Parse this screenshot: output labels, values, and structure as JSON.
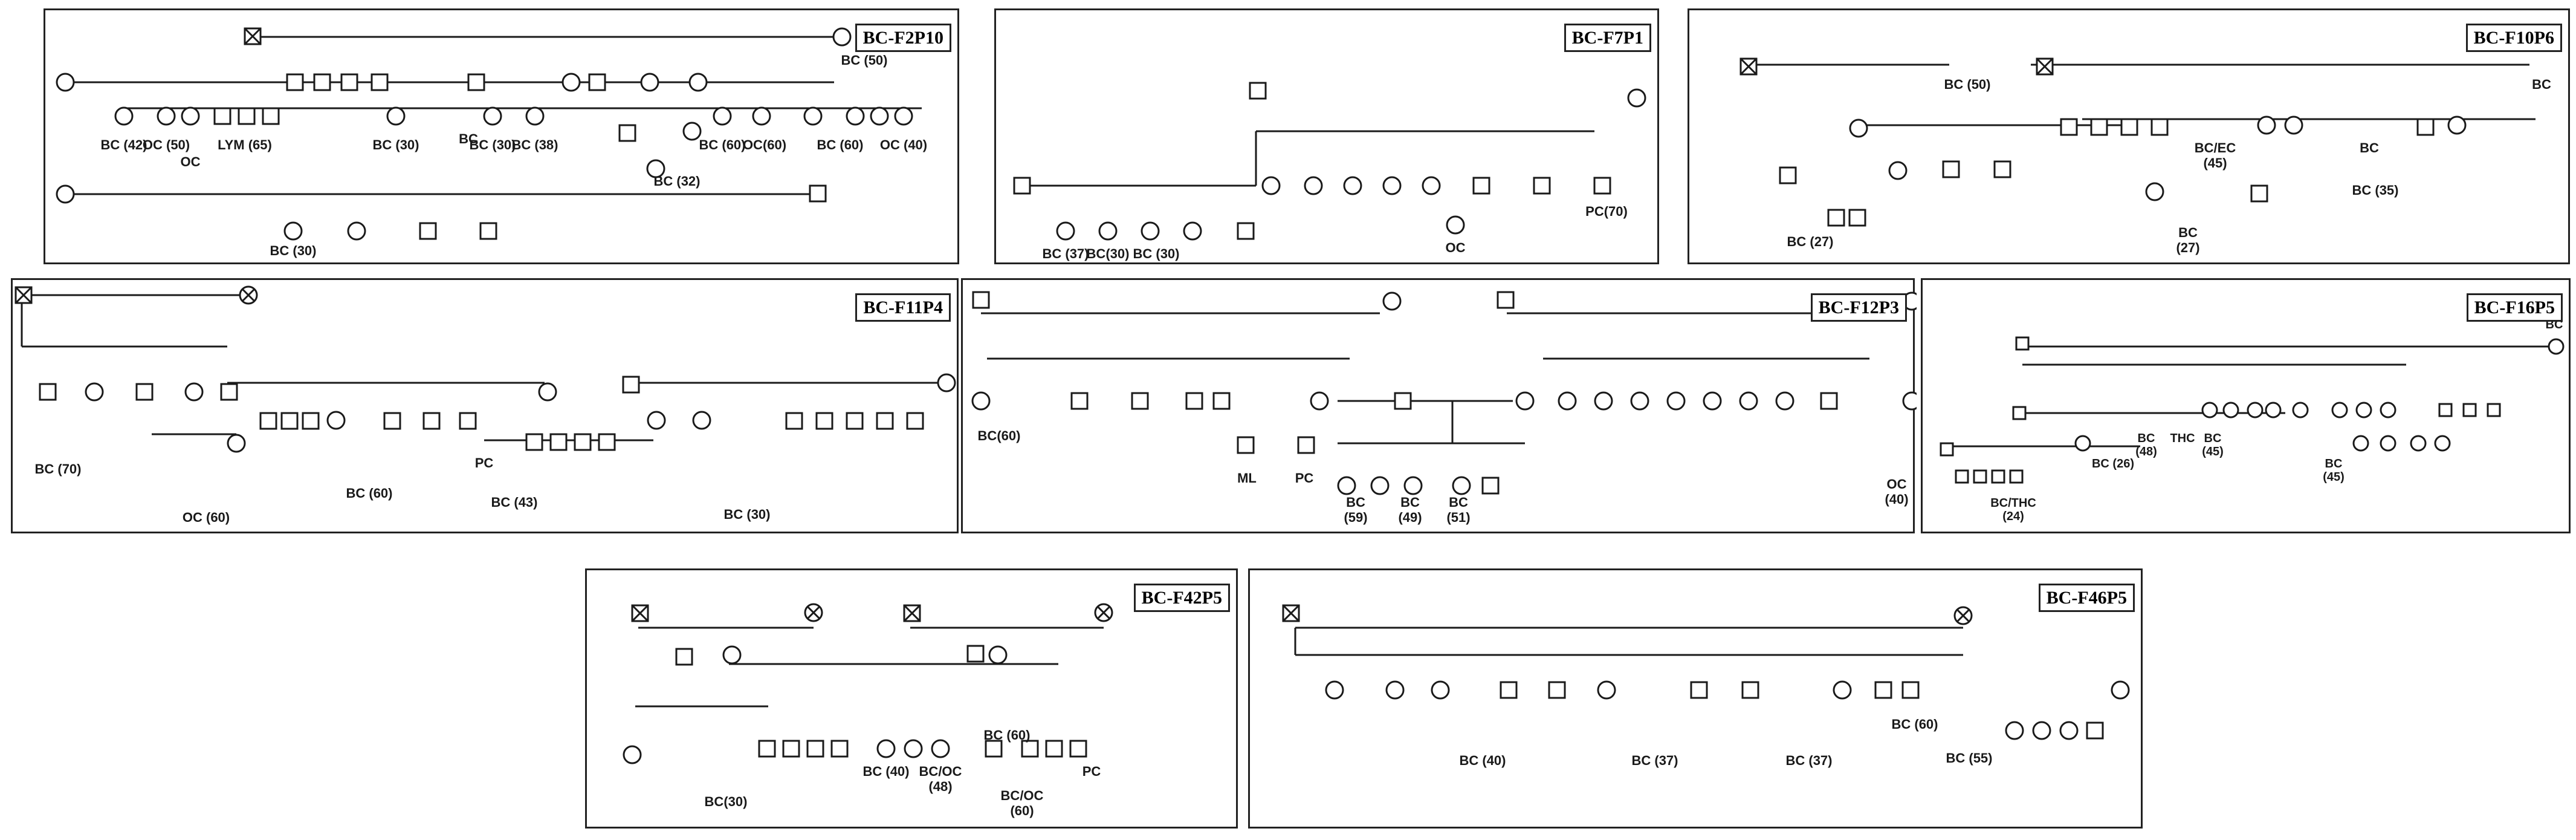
{
  "colors": {
    "line": "#1a1a1a",
    "fill": "#1a1a1a",
    "border": "#222222"
  },
  "pedigrees": [
    {
      "id": "BC-F2P10",
      "labels": [
        "BC (50)",
        "BC",
        "BC (42)",
        "OC (50)",
        "OC",
        "LYM (65)",
        "BC (30)",
        "BC (30)",
        "BC (38)",
        "BC (60)",
        "OC(60)",
        "BC (60)",
        "OC (40)",
        "BC (32)",
        "BC (30)"
      ]
    },
    {
      "id": "BC-F7P1",
      "labels": [
        "PC(70)",
        "BC (37)",
        "BC(30)",
        "BC (30)",
        "OC"
      ]
    },
    {
      "id": "BC-F10P6",
      "labels": [
        "BC (50)",
        "BC",
        "BC/EC",
        "(45)",
        "BC",
        "BC (35)",
        "BC (27)",
        "BC",
        "(27)"
      ]
    },
    {
      "id": "BC-F11P4",
      "labels": [
        "BC (70)",
        "OC (60)",
        "BC (60)",
        "PC",
        "BC (43)",
        "BC (30)"
      ]
    },
    {
      "id": "BC-F12P3",
      "labels": [
        "BC(60)",
        "ML",
        "PC",
        "BC",
        "(59)",
        "BC",
        "(49)",
        "BC",
        "(51)",
        "OC",
        "(40)"
      ]
    },
    {
      "id": "BC-F16P5",
      "labels": [
        "BC",
        "BC",
        "(48)",
        "THC",
        "BC",
        "(45)",
        "BC (26)",
        "BC/THC",
        "(24)",
        "BC",
        "(45)"
      ]
    },
    {
      "id": "BC-F42P5",
      "labels": [
        "BC (60)",
        "BC (40)",
        "BC/OC",
        "(48)",
        "BC/OC",
        "(60)",
        "PC",
        "BC(30)"
      ]
    },
    {
      "id": "BC-F46P5",
      "labels": [
        "BC (40)",
        "BC (37)",
        "BC (37)",
        "BC (60)",
        "BC (55)"
      ]
    }
  ]
}
